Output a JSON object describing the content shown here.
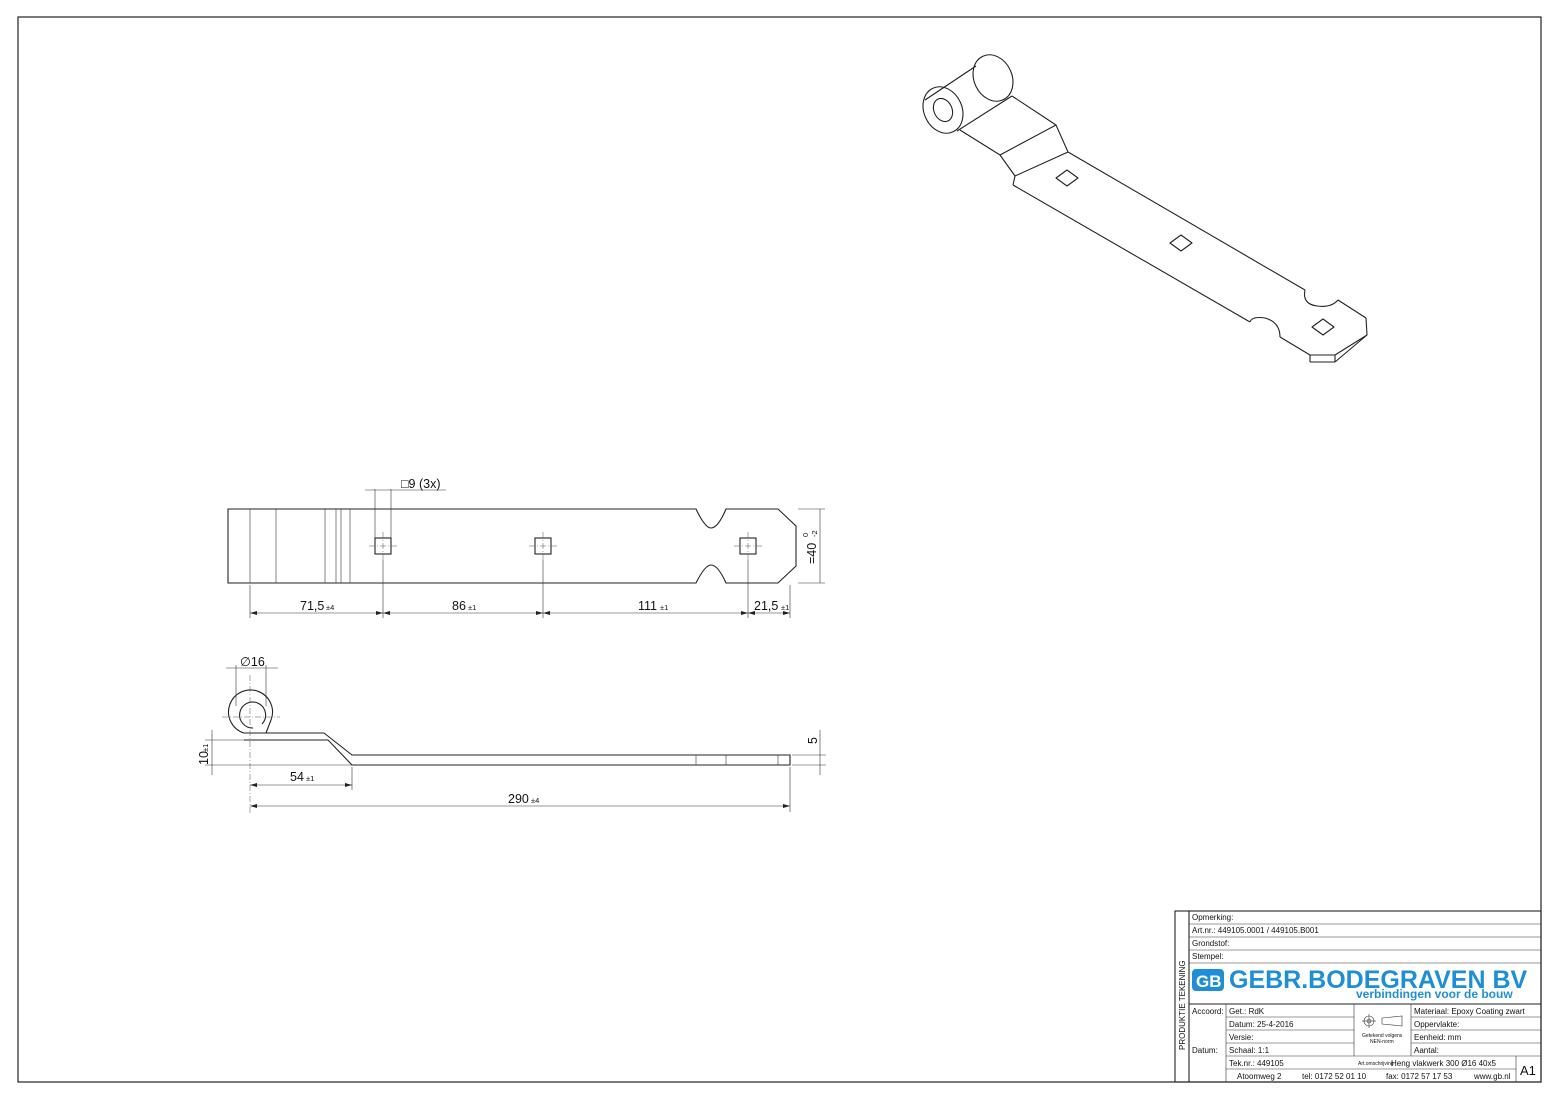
{
  "title_block": {
    "side_label": "PRODUKTIE TEKENING",
    "opmerking": "Opmerking:",
    "art_nr": "Art.nr.:  449105.0001 / 449105.B001",
    "grondstof": "Grondstof:",
    "stempel": "Stempel:",
    "company": "GEBR.BODEGRAVEN BV",
    "tagline": "verbindingen voor de bouw",
    "logo_letters": "GB",
    "accoord": "Accoord:",
    "datum_label": "Datum:",
    "get": "Get.: RdK",
    "datum": "Datum: 25-4-2016",
    "versie": "Versie:",
    "schaal": "Schaal: 1:1",
    "tek_nr": "Tek.nr.: 449105",
    "getekend_1": "Getekend volgens",
    "getekend_2": "NEN-norm",
    "art_omschrijving_label": "Art.omschrijving",
    "art_omschrijving": "Heng vlakwerk 300  Ø16  40x5",
    "materiaal": "Materiaal: Epoxy Coating zwart",
    "oppervlakte": "Oppervlakte:",
    "eenheid": "Eenheid: mm",
    "aantal": "Aantal:",
    "format": "A1",
    "address": "Atoomweg 2",
    "tel": "tel: 0172 52 01 10",
    "fax": "fax: 0172 57 17 53",
    "web": "www.gb.nl"
  },
  "dimensions": {
    "hole": "□9 (3x)",
    "width_value": "=40",
    "width_tol_upper": "0",
    "width_tol_lower": "-2",
    "d1": {
      "value": "71,5",
      "tol": "±4"
    },
    "d2": {
      "value": "86",
      "tol": "±1"
    },
    "d3": {
      "value": "111",
      "tol": "±1"
    },
    "d4": {
      "value": "21,5",
      "tol": "±1"
    },
    "diameter": "∅16",
    "offset": {
      "value": "10",
      "tol": "±1"
    },
    "thickness": "5",
    "bend": {
      "value": "54",
      "tol": "±1"
    },
    "length": {
      "value": "290",
      "tol": "±4"
    }
  },
  "colors": {
    "brand": "#1e8fd6",
    "line": "#222222"
  }
}
